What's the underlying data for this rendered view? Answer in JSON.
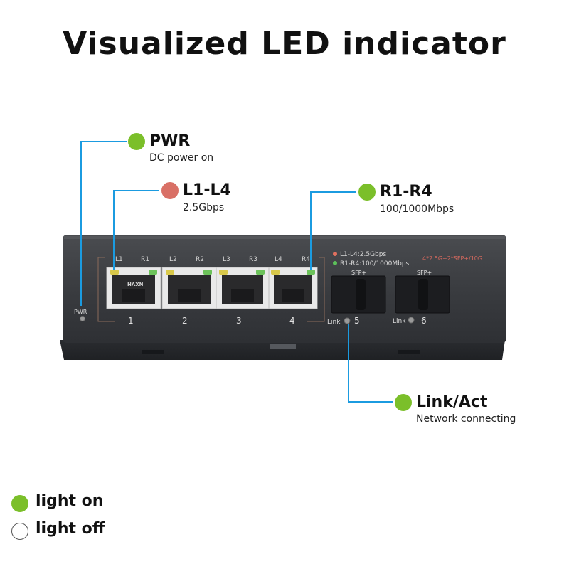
{
  "title": "Visualized LED indicator",
  "callouts": {
    "pwr": {
      "name": "PWR",
      "desc": "DC power on",
      "color": "#7bbf2a"
    },
    "l1l4": {
      "name": "L1-L4",
      "desc": "2.5Gbps",
      "color": "#d97066"
    },
    "r1r4": {
      "name": "R1-R4",
      "desc": "100/1000Mbps",
      "color": "#7bbf2a"
    },
    "link": {
      "name": "Link/Act",
      "desc": "Network connecting",
      "color": "#7bbf2a"
    }
  },
  "device": {
    "port_led_labels": [
      "L1",
      "R1",
      "L2",
      "R2",
      "L3",
      "R3",
      "L4",
      "R4"
    ],
    "port_numbers": [
      "1",
      "2",
      "3",
      "4"
    ],
    "brand_text": "HAXN",
    "legend_line1": "L1-L4:2.5Gbps",
    "legend_line2": "R1-R4:100/1000Mbps",
    "model_text": "4*2.5G+2*SFP+/10G",
    "sfp_labels": [
      "SFP+",
      "SFP+"
    ],
    "sfp_numbers": [
      "5",
      "6"
    ],
    "link_label": "Link",
    "pwr_label": "PWR"
  },
  "legend": {
    "on": {
      "label": "light on",
      "color": "#7bbf2a"
    },
    "off": {
      "label": "light off",
      "color": "#ffffff"
    }
  }
}
